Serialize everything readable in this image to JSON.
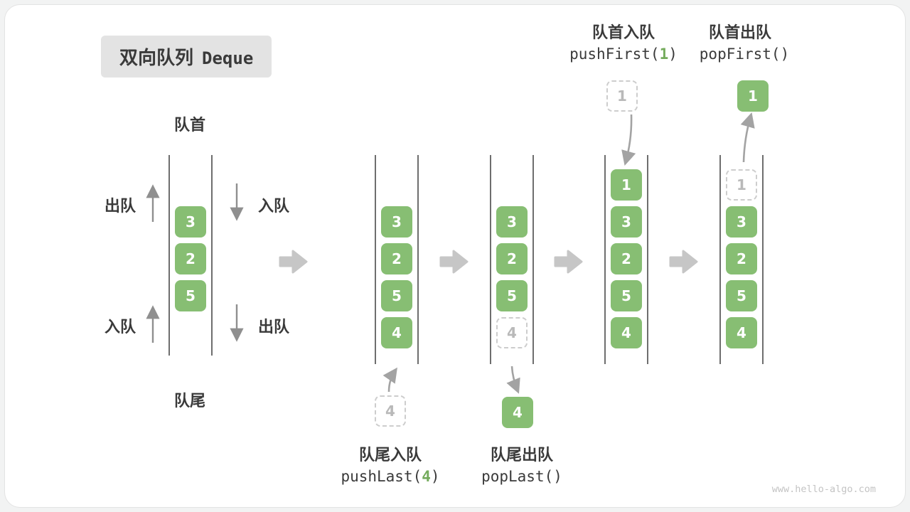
{
  "title": {
    "zh": "双向队列",
    "en": "Deque"
  },
  "queue_labels": {
    "front": "队首",
    "rear": "队尾"
  },
  "flow_labels": {
    "dequeue": "出队",
    "enqueue": "入队"
  },
  "operations": {
    "push_first": {
      "label": "队首入队",
      "code_pre": "pushFirst(",
      "arg": "1",
      "code_post": ")"
    },
    "pop_first": {
      "label": "队首出队",
      "code": "popFirst()"
    },
    "push_last": {
      "label": "队尾入队",
      "code_pre": "pushLast(",
      "arg": "4",
      "code_post": ")"
    },
    "pop_last": {
      "label": "队尾出队",
      "code": "popLast()"
    }
  },
  "queues": {
    "q1": {
      "cells": [
        "3",
        "2",
        "5"
      ]
    },
    "q2": {
      "cells": [
        "3",
        "2",
        "5",
        "4"
      ],
      "pending": "4"
    },
    "q3": {
      "cells": [
        "3",
        "2",
        "5"
      ],
      "dashed": "4",
      "popped": "4"
    },
    "q4": {
      "cells": [
        "1",
        "3",
        "2",
        "5",
        "4"
      ],
      "pending": "1"
    },
    "q5": {
      "cells": [
        "3",
        "2",
        "5",
        "4"
      ],
      "dashed": "1",
      "popped": "1"
    }
  },
  "watermark": "www.hello-algo.com",
  "colors": {
    "cell_green": "#87be73",
    "arg_green": "#74ab5c",
    "flow_arrow_gray": "#c6c6c6",
    "thin_arrow_gray": "#8f8f8f",
    "dashed_border": "#cdcdcd",
    "wall_gray": "#6e6e6e",
    "title_bg": "#e3e3e3"
  }
}
